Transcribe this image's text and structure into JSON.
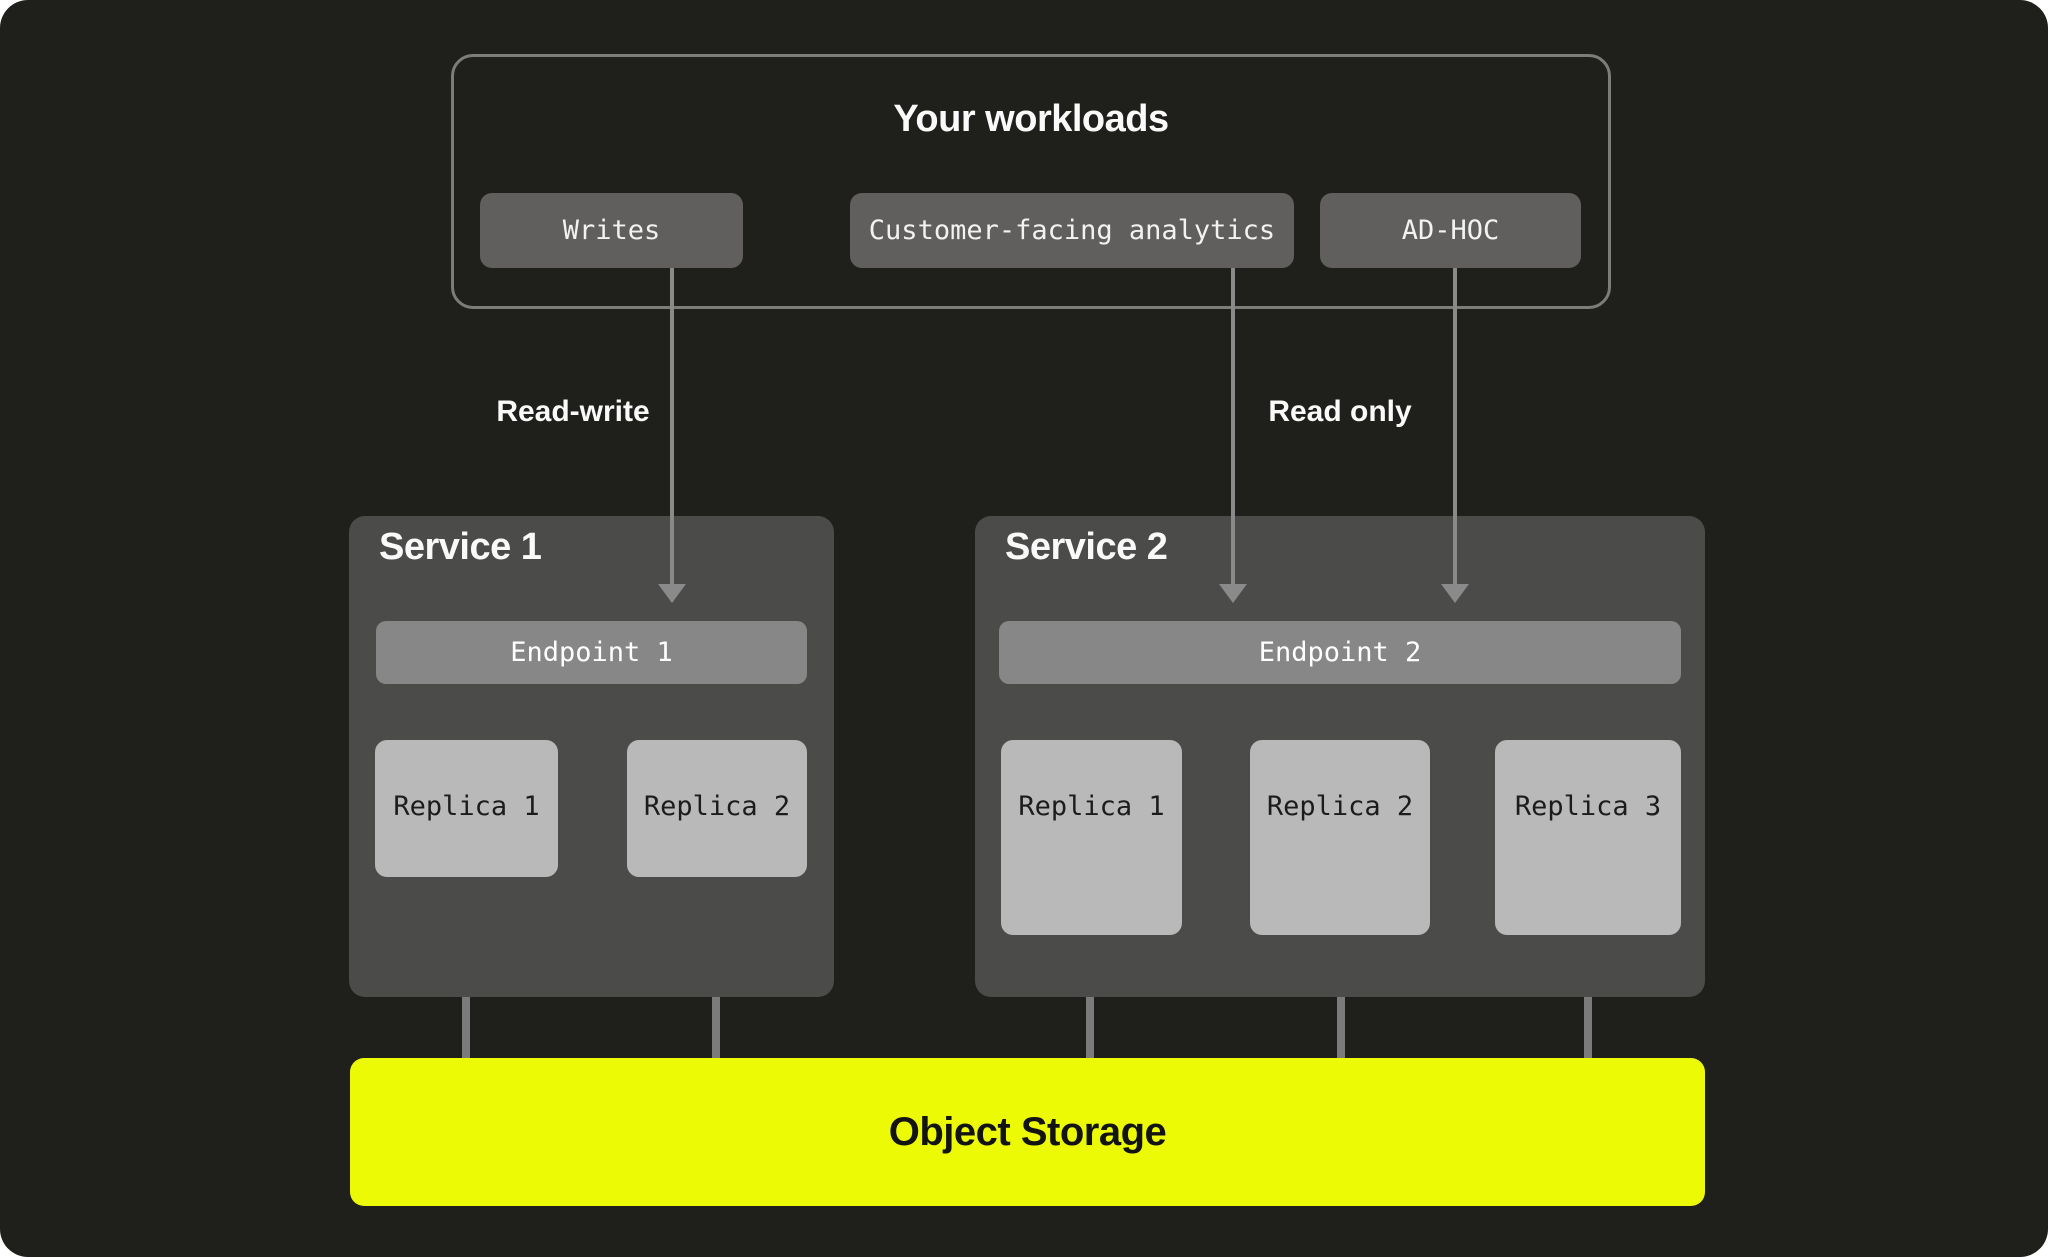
{
  "colors": {
    "background": "#1f1f1b",
    "storage_accent": "#ecfa06",
    "service_box": "#4b4b49",
    "endpoint_bar": "#878787",
    "replica_box": "#b9b9b9",
    "chip": "#605f5e",
    "line_gray": "#8a8a8a",
    "border_gray": "#7c7c79"
  },
  "workloads": {
    "title": "Your workloads",
    "items": [
      {
        "label": "Writes"
      },
      {
        "label": "Customer-facing analytics"
      },
      {
        "label": "AD-HOC"
      }
    ]
  },
  "flows": {
    "read_write": "Read-write",
    "read_only": "Read only"
  },
  "services": [
    {
      "title": "Service 1",
      "endpoint": "Endpoint 1",
      "replicas": [
        {
          "label": "Replica 1"
        },
        {
          "label": "Replica 2"
        }
      ]
    },
    {
      "title": "Service 2",
      "endpoint": "Endpoint 2",
      "replicas": [
        {
          "label": "Replica 1"
        },
        {
          "label": "Replica 2"
        },
        {
          "label": "Replica 3"
        }
      ]
    }
  ],
  "storage": {
    "label": "Object Storage"
  }
}
